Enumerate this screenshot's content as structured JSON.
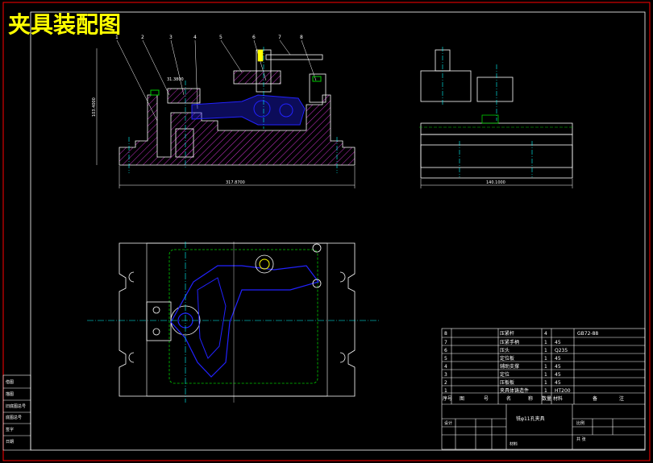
{
  "title": "夹具装配图",
  "colors": {
    "background": "#000000",
    "outline": "#ffffff",
    "frame_red": "#ff0000",
    "title_yellow": "#ffff00",
    "hatch_magenta": "#cc33cc",
    "part_blue": "#2222ff",
    "center_cyan": "#00ffff",
    "green": "#00cc00"
  },
  "callouts": [
    "1",
    "2",
    "3",
    "4",
    "5",
    "6",
    "7",
    "8"
  ],
  "dimensions": {
    "front_width": "317.8700",
    "front_height": "103.4000",
    "front_small": "31.3800",
    "side_width": "140.1000"
  },
  "parts_table": {
    "header": [
      "序号",
      "图",
      "号",
      "名",
      "称",
      "数量",
      "材料",
      "备",
      "注"
    ],
    "rows": [
      {
        "no": "8",
        "name": "压紧杆",
        "qty": "4",
        "mat": "",
        "note": "GB72-88"
      },
      {
        "no": "7",
        "name": "压紧手柄",
        "qty": "1",
        "mat": "45",
        "note": ""
      },
      {
        "no": "6",
        "name": "压头",
        "qty": "1",
        "mat": "Q235",
        "note": ""
      },
      {
        "no": "5",
        "name": "定位板",
        "qty": "1",
        "mat": "45",
        "note": ""
      },
      {
        "no": "4",
        "name": "辅助支撑",
        "qty": "1",
        "mat": "45",
        "note": ""
      },
      {
        "no": "3",
        "name": "定位",
        "qty": "1",
        "mat": "45",
        "note": ""
      },
      {
        "no": "2",
        "name": "压板板",
        "qty": "1",
        "mat": "45",
        "note": ""
      },
      {
        "no": "1",
        "name": "夹具体铸造件",
        "qty": "1",
        "mat": "HT200",
        "note": ""
      }
    ]
  },
  "title_block": {
    "drawing_name": "铣φ11孔夹具",
    "scale_label": "比例",
    "sheet_label": "共 张",
    "designer": "设计",
    "school": "材料"
  },
  "left_strip": [
    "借图",
    "描图",
    "旧底图总号",
    "底图总号",
    "签字",
    "日期"
  ]
}
